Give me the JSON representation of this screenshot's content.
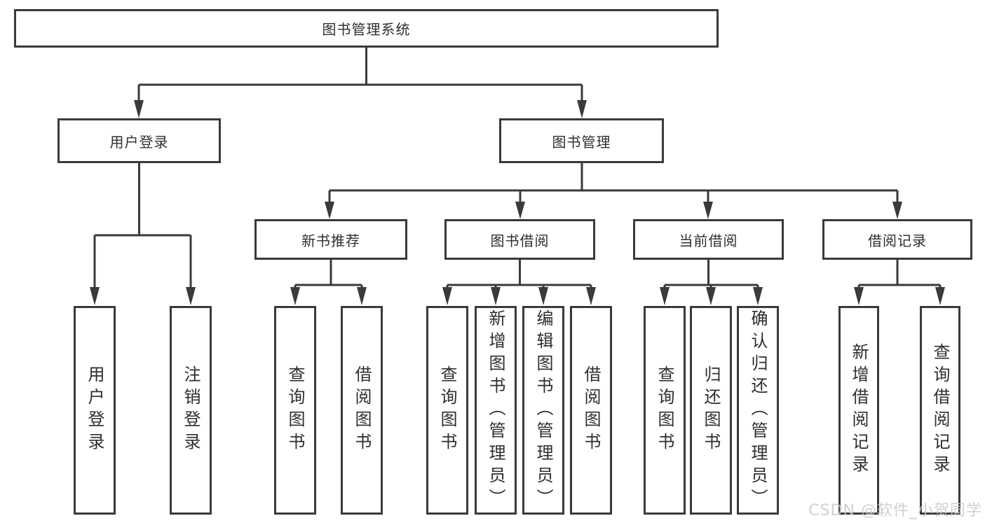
{
  "tree": {
    "root": {
      "label": "图书管理系统"
    },
    "branches": [
      {
        "label": "用户登录",
        "children": [
          {
            "label": "用户登录"
          },
          {
            "label": "注销登录"
          }
        ]
      },
      {
        "label": "图书管理",
        "children": [
          {
            "label": "新书推荐",
            "children": [
              {
                "label": "查询图书"
              },
              {
                "label": "借阅图书"
              }
            ]
          },
          {
            "label": "图书借阅",
            "children": [
              {
                "label": "查询图书"
              },
              {
                "label": "新增图书（管理员）"
              },
              {
                "label": "编辑图书（管理员）"
              },
              {
                "label": "借阅图书"
              }
            ]
          },
          {
            "label": "当前借阅",
            "children": [
              {
                "label": "查询图书"
              },
              {
                "label": "归还图书"
              },
              {
                "label": "确认归还（管理员）"
              }
            ]
          },
          {
            "label": "借阅记录",
            "children": [
              {
                "label": "新增借阅记录"
              },
              {
                "label": "查询借阅记录"
              }
            ]
          }
        ]
      }
    ]
  },
  "watermark": "CSDN @软件_小贺同学",
  "colors": {
    "line": "#3a3a3a",
    "text": "#2e2e2e",
    "box_background": "#ffffff",
    "watermark": "#c8c8c8"
  }
}
